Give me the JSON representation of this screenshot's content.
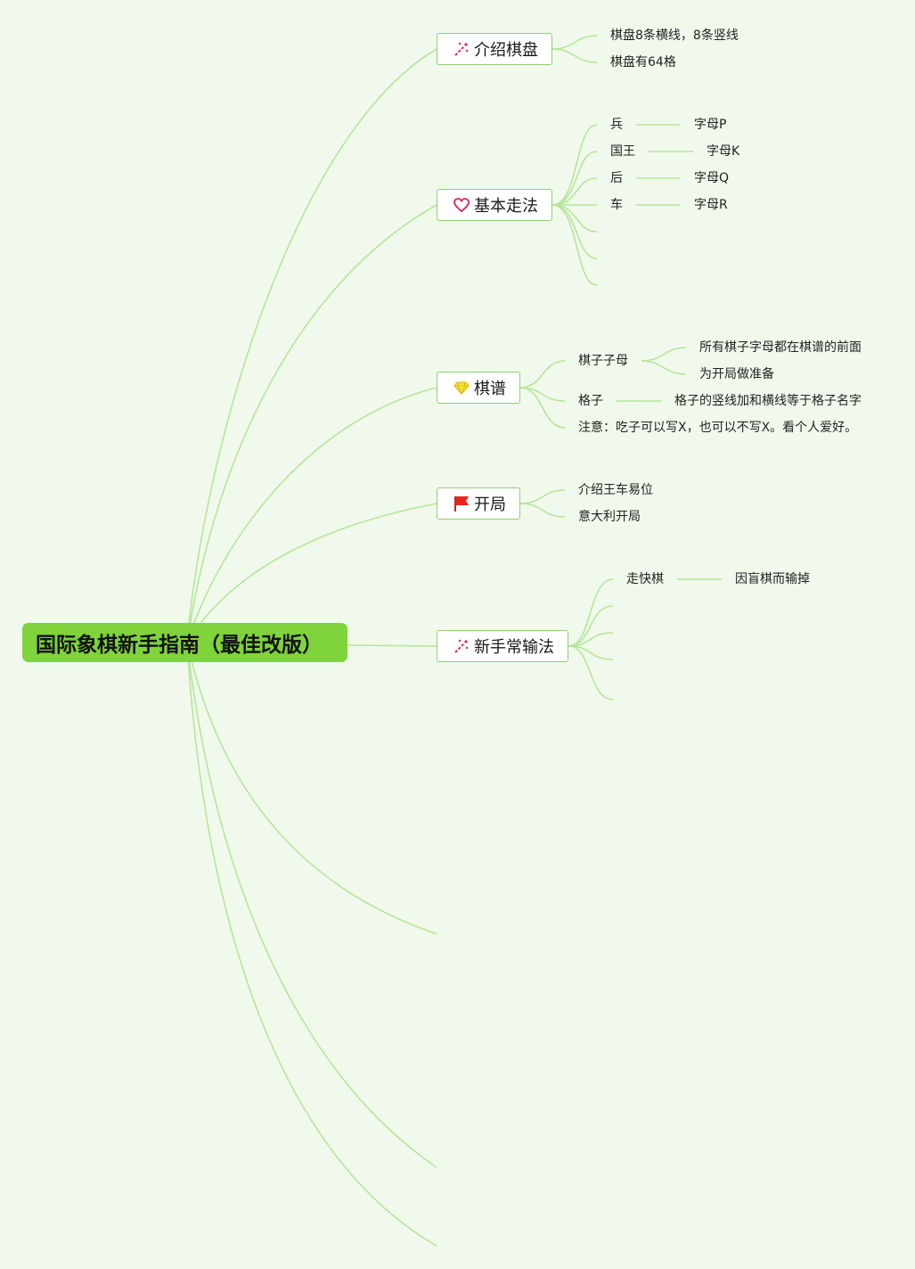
{
  "colors": {
    "background": "#f1f9ec",
    "root": "#7ed43a",
    "link": "#b4e69a",
    "topic_border": "#8fcf72"
  },
  "root": {
    "title": "国际象棋新手指南（最佳改版）"
  },
  "topics": [
    {
      "label": "介绍棋盘",
      "icon": "magic-wand-icon",
      "children": [
        {
          "label": "棋盘8条横线，8条竖线"
        },
        {
          "label": "棋盘有64格"
        }
      ]
    },
    {
      "label": "基本走法",
      "icon": "heart-icon",
      "children": [
        {
          "label": "兵",
          "child": "字母P"
        },
        {
          "label": "国王",
          "child": "字母K"
        },
        {
          "label": "后",
          "child": "字母Q"
        },
        {
          "label": "车",
          "child": "字母R"
        }
      ]
    },
    {
      "label": "棋谱",
      "icon": "diamond-icon",
      "children": [
        {
          "label": "棋子子母",
          "children": [
            "所有棋子字母都在棋谱的前面",
            "为开局做准备"
          ]
        },
        {
          "label": "格子",
          "child": "格子的竖线加和横线等于格子名字"
        },
        {
          "label": "注意：吃子可以写X，也可以不写X。看个人爱好。"
        }
      ]
    },
    {
      "label": "开局",
      "icon": "flag-icon",
      "children": [
        {
          "label": "介绍王车易位"
        },
        {
          "label": "意大利开局"
        }
      ]
    },
    {
      "label": "新手常输法",
      "icon": "magic-wand-icon",
      "children": [
        {
          "label": "走快棋",
          "child": "因盲棋而输掉"
        }
      ]
    }
  ]
}
